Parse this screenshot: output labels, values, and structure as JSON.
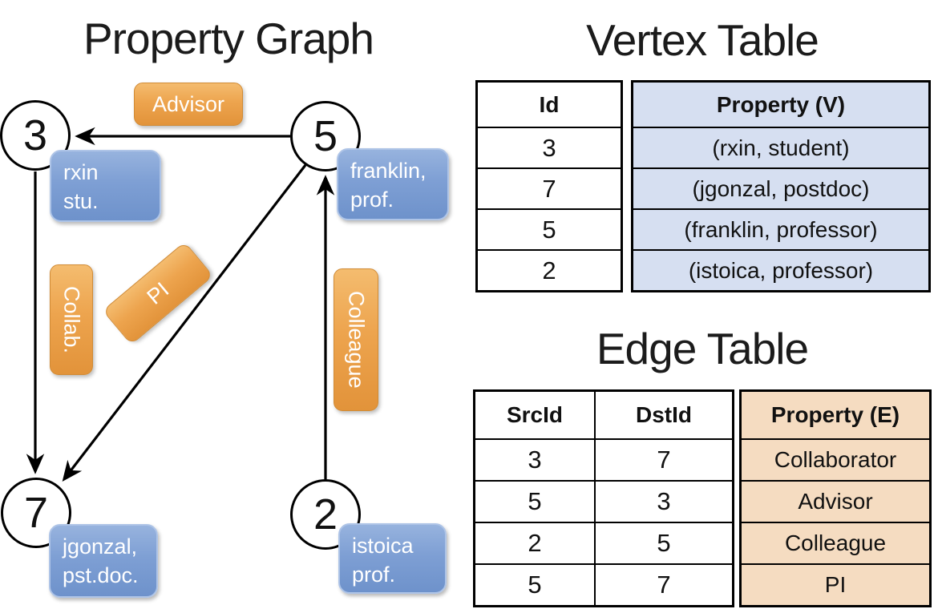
{
  "graph": {
    "title": "Property Graph",
    "nodes": {
      "n3": "3",
      "n5": "5",
      "n7": "7",
      "n2": "2"
    },
    "vertex_labels": {
      "rxin": {
        "line1": "rxin",
        "line2": "stu."
      },
      "franklin": {
        "line1": "franklin,",
        "line2": "prof."
      },
      "jgonzal": {
        "line1": "jgonzal,",
        "line2": "pst.doc."
      },
      "istoica": {
        "line1": "istoica",
        "line2": "prof."
      }
    },
    "edge_labels": {
      "advisor": "Advisor",
      "collab": "Collab.",
      "pi": "PI",
      "colleague": "Colleague"
    }
  },
  "vertex_table": {
    "title": "Vertex Table",
    "id_header": "Id",
    "property_header": "Property (V)",
    "rows": [
      {
        "id": "3",
        "property": "(rxin, student)"
      },
      {
        "id": "7",
        "property": "(jgonzal, postdoc)"
      },
      {
        "id": "5",
        "property": "(franklin, professor)"
      },
      {
        "id": "2",
        "property": "(istoica, professor)"
      }
    ]
  },
  "edge_table": {
    "title": "Edge Table",
    "src_header": "SrcId",
    "dst_header": "DstId",
    "property_header": "Property (E)",
    "rows": [
      {
        "src": "3",
        "dst": "7",
        "property": "Collaborator"
      },
      {
        "src": "5",
        "dst": "3",
        "property": "Advisor"
      },
      {
        "src": "2",
        "dst": "5",
        "property": "Colleague"
      },
      {
        "src": "5",
        "dst": "7",
        "property": "PI"
      }
    ]
  },
  "colors": {
    "edge_label_fill": "#eda44e",
    "vertex_label_fill": "#7e9fd4",
    "vertex_property_fill": "#d6dff1",
    "edge_property_fill": "#f5dcc1",
    "table_border": "#000000"
  }
}
